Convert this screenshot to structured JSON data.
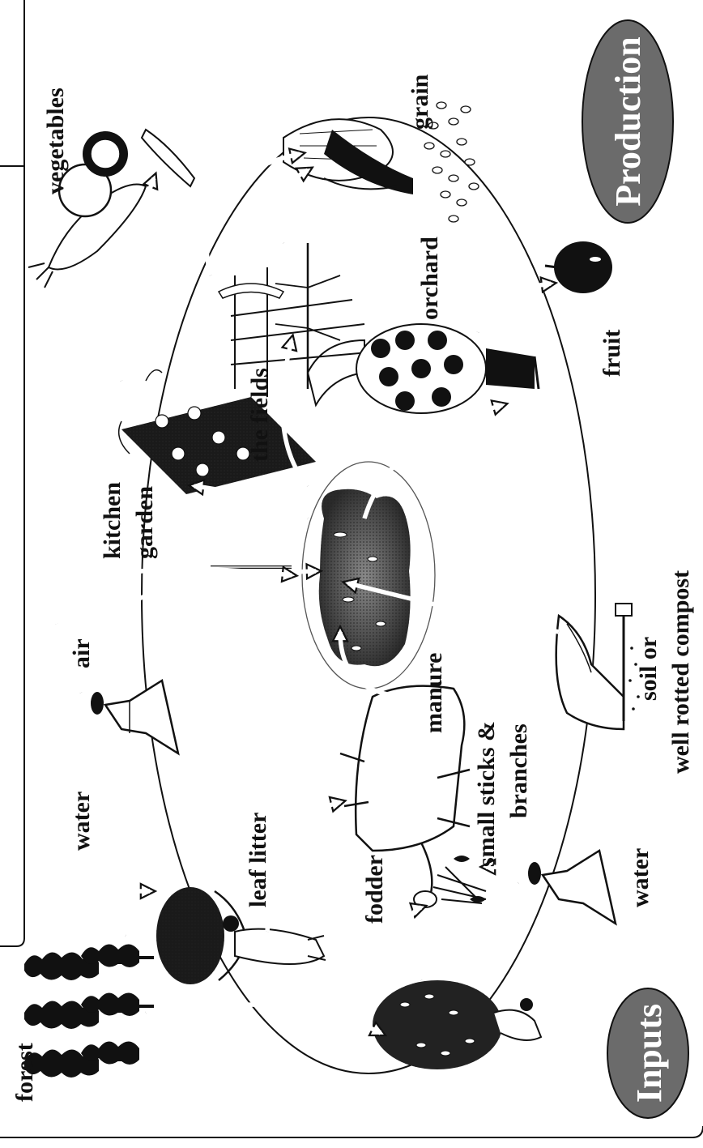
{
  "pills": {
    "inputs": "Inputs",
    "production": "Production"
  },
  "labels": {
    "forest": "forest",
    "fodder": "fodder",
    "leaf_litter": "leaf litter",
    "water_top": "water",
    "air": "air",
    "manure": "manure",
    "sticks_line1": "small sticks &",
    "sticks_line2": "branches",
    "water_bottom": "water",
    "soil_line1": "soil or",
    "soil_line2": "well rotted compost",
    "kitchen": "kitchen",
    "garden": "garden",
    "the_fields": "the fields",
    "orchard": "orchard",
    "fruit": "fruit",
    "vegetables": "vegetables",
    "grain": "grain"
  },
  "colors": {
    "pill_fill": "#6b6b6b",
    "ink": "#111111",
    "paper": "#ffffff"
  }
}
